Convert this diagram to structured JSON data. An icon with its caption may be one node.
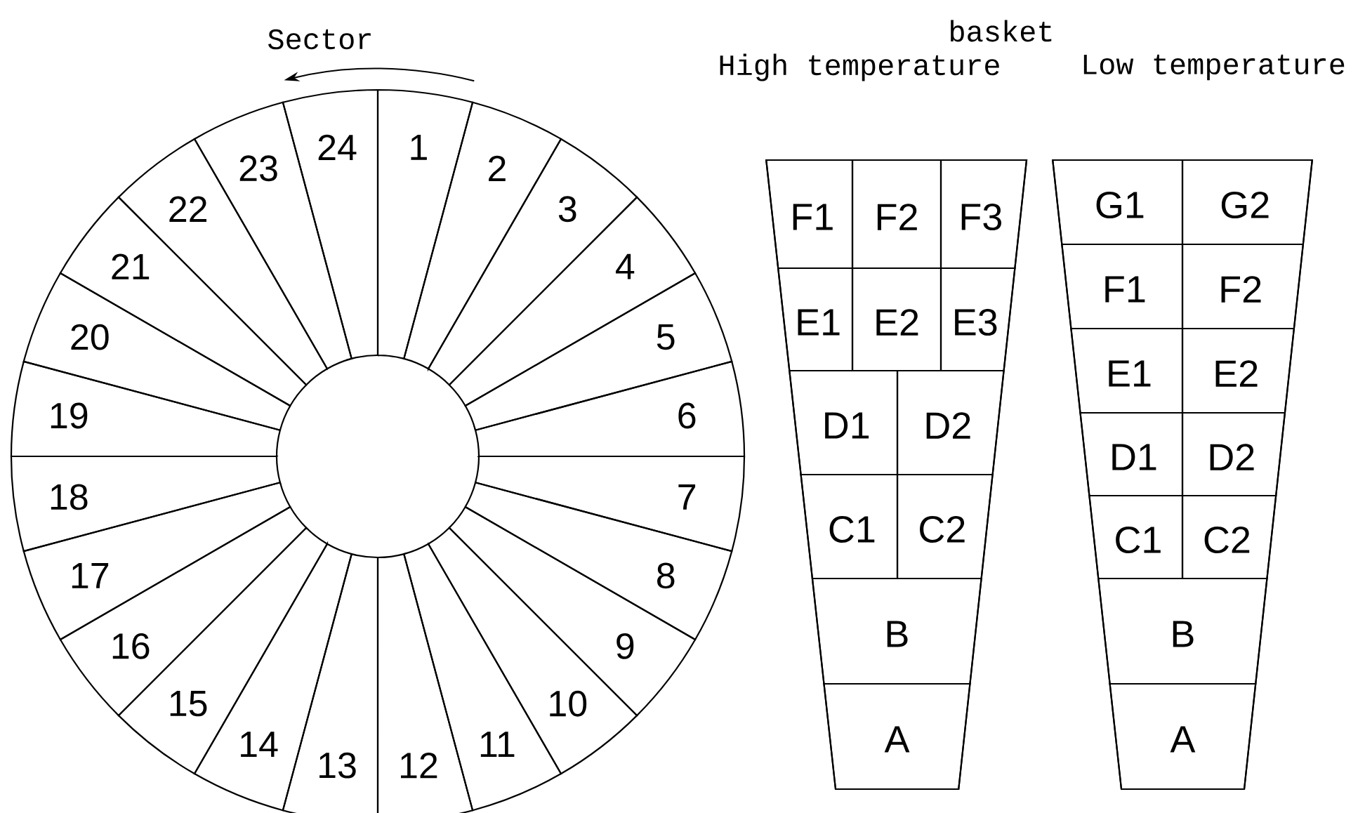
{
  "diagram": {
    "nodes": [
      {
        "text": [
          "1"
        ]
      },
      {
        "text": [
          "2"
        ]
      },
      {
        "text": [
          "3"
        ]
      },
      {
        "text": [
          "4"
        ]
      },
      {
        "text": [
          "5"
        ]
      },
      {
        "text": [
          "6"
        ]
      },
      {
        "text": [
          "7"
        ]
      },
      {
        "text": [
          "8"
        ]
      },
      {
        "text": [
          "9"
        ]
      },
      {
        "text": [
          "10"
        ]
      },
      {
        "text": [
          "11"
        ]
      },
      {
        "text": [
          "12"
        ]
      },
      {
        "text": [
          "13"
        ]
      },
      {
        "text": [
          "14"
        ]
      },
      {
        "text": [
          "15"
        ]
      },
      {
        "text": [
          "16"
        ]
      },
      {
        "text": [
          "17"
        ]
      },
      {
        "text": [
          "18"
        ]
      },
      {
        "text": [
          "19"
        ]
      },
      {
        "text": [
          "20"
        ]
      },
      {
        "text": [
          "21"
        ]
      },
      {
        "text": [
          "22"
        ]
      },
      {
        "text": [
          "23"
        ]
      },
      {
        "text": [
          "24"
        ]
      },
      {
        "text": [
          "High temperature"
        ]
      },
      {
        "text": [
          "F1"
        ],
        "in": 24
      },
      {
        "text": [
          "F2"
        ],
        "in": 24
      },
      {
        "text": [
          "F3"
        ],
        "in": 24
      },
      {
        "text": [
          "E1"
        ],
        "in": 24
      },
      {
        "text": [
          "E2"
        ],
        "in": 24
      },
      {
        "text": [
          "E3"
        ],
        "in": 24
      },
      {
        "text": [
          "D1"
        ],
        "in": 24
      },
      {
        "text": [
          "D2"
        ],
        "in": 24
      },
      {
        "text": [
          "C1"
        ],
        "in": 24
      },
      {
        "text": [
          "C2"
        ],
        "in": 24
      },
      {
        "text": [
          "B"
        ],
        "in": 24
      },
      {
        "text": [
          "A"
        ],
        "in": 24
      },
      {
        "text": [
          "Low temperature"
        ]
      },
      {
        "text": [
          "G1"
        ],
        "in": 37
      },
      {
        "text": [
          "G2"
        ],
        "in": 37
      },
      {
        "text": [
          "F1"
        ],
        "in": 37
      },
      {
        "text": [
          "F2"
        ],
        "in": 37
      },
      {
        "text": [
          "E1"
        ],
        "in": 37
      },
      {
        "text": [
          "E2"
        ],
        "in": 37
      },
      {
        "text": [
          "D1"
        ],
        "in": 37
      },
      {
        "text": [
          "D2"
        ],
        "in": 37
      },
      {
        "text": [
          "C1"
        ],
        "in": 37
      },
      {
        "text": [
          "C2"
        ],
        "in": 37
      },
      {
        "text": [
          "B"
        ],
        "in": 37
      },
      {
        "text": [
          "A"
        ],
        "in": 37
      }
    ],
    "labels": [
      "Sector",
      "basket"
    ]
  }
}
